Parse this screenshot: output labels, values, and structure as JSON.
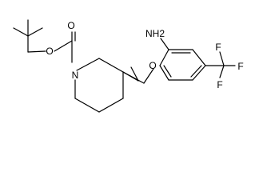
{
  "structure": {
    "atoms": {
      "carbonyl_oxygen": "O",
      "ester_oxygen": "O",
      "ring_nitrogen": "N",
      "ether_oxygen": "O",
      "amino": "NH2",
      "cf3_top": "F",
      "cf3_right": "F",
      "cf3_bottom": "F"
    }
  }
}
